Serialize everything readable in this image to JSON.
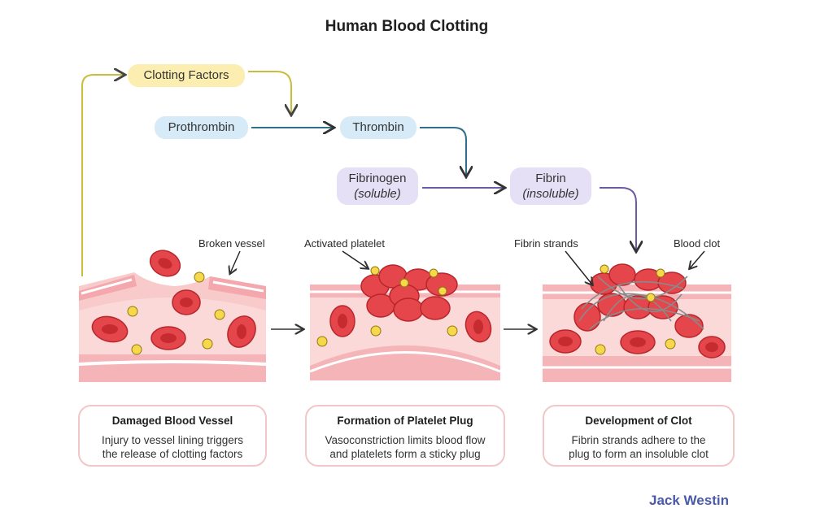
{
  "title": "Human Blood Clotting",
  "nodes": {
    "clotting_factors": "Clotting Factors",
    "prothrombin": "Prothrombin",
    "thrombin": "Thrombin",
    "fibrinogen": "Fibrinogen",
    "fibrinogen_note": "(soluble)",
    "fibrin": "Fibrin",
    "fibrin_note": "(insoluble)"
  },
  "labels": {
    "broken_vessel": "Broken vessel",
    "activated_platelet": "Activated platelet",
    "fibrin_strands": "Fibrin strands",
    "blood_clot": "Blood clot"
  },
  "stages": [
    {
      "title": "Damaged Blood Vessel",
      "line1": "Injury to vessel lining triggers",
      "line2": "the release of clotting factors"
    },
    {
      "title": "Formation of Platelet Plug",
      "line1": "Vasoconstriction limits blood flow",
      "line2": "and platelets form a sticky plug"
    },
    {
      "title": "Development of Clot",
      "line1": "Fibrin strands adhere to the",
      "line2": "plug to form an insoluble clot"
    }
  ],
  "brand": "Jack Westin",
  "colors": {
    "yellow_pill": "#fbeeb0",
    "blue_pill": "#d6ebf7",
    "purple_pill": "#e6e0f7",
    "vessel_wall": "#f4b9bd",
    "blood_cell": "#e4464b",
    "platelet": "#f7d84a"
  }
}
